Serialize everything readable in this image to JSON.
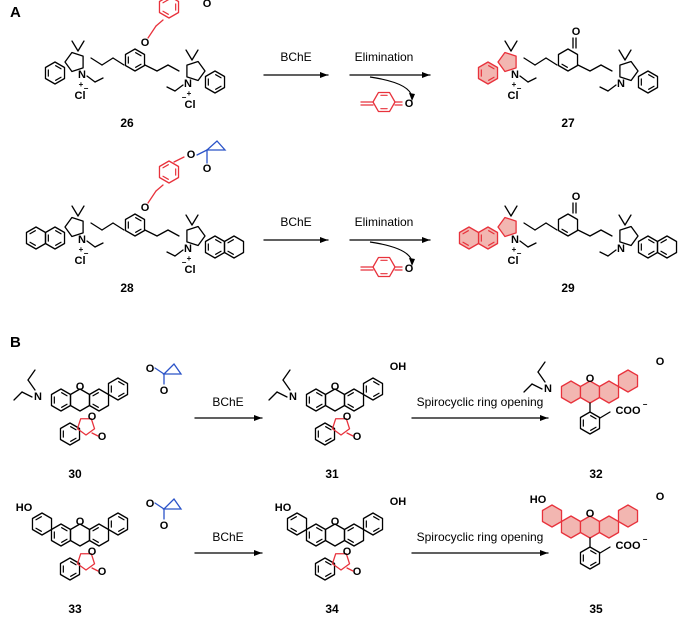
{
  "panels": {
    "a": "A",
    "b": "B"
  },
  "colors": {
    "black": "#000000",
    "red": "#e8323c",
    "blue": "#2b53c8",
    "fill": "#f2b6b1"
  },
  "steps": {
    "bche": "BChE",
    "elimination": "Elimination",
    "spiro": "Spirocyclic ring opening"
  },
  "atoms": {
    "o": "O",
    "n": "N",
    "plus": "+",
    "cl": "Cl",
    "minus": "−",
    "oh": "OH",
    "ho": "HO",
    "coo": "COO",
    "coo_charge": "−"
  },
  "compounds": {
    "c26": "26",
    "c27": "27",
    "c28": "28",
    "c29": "29",
    "c30": "30",
    "c31": "31",
    "c32": "32",
    "c33": "33",
    "c34": "34",
    "c35": "35"
  }
}
